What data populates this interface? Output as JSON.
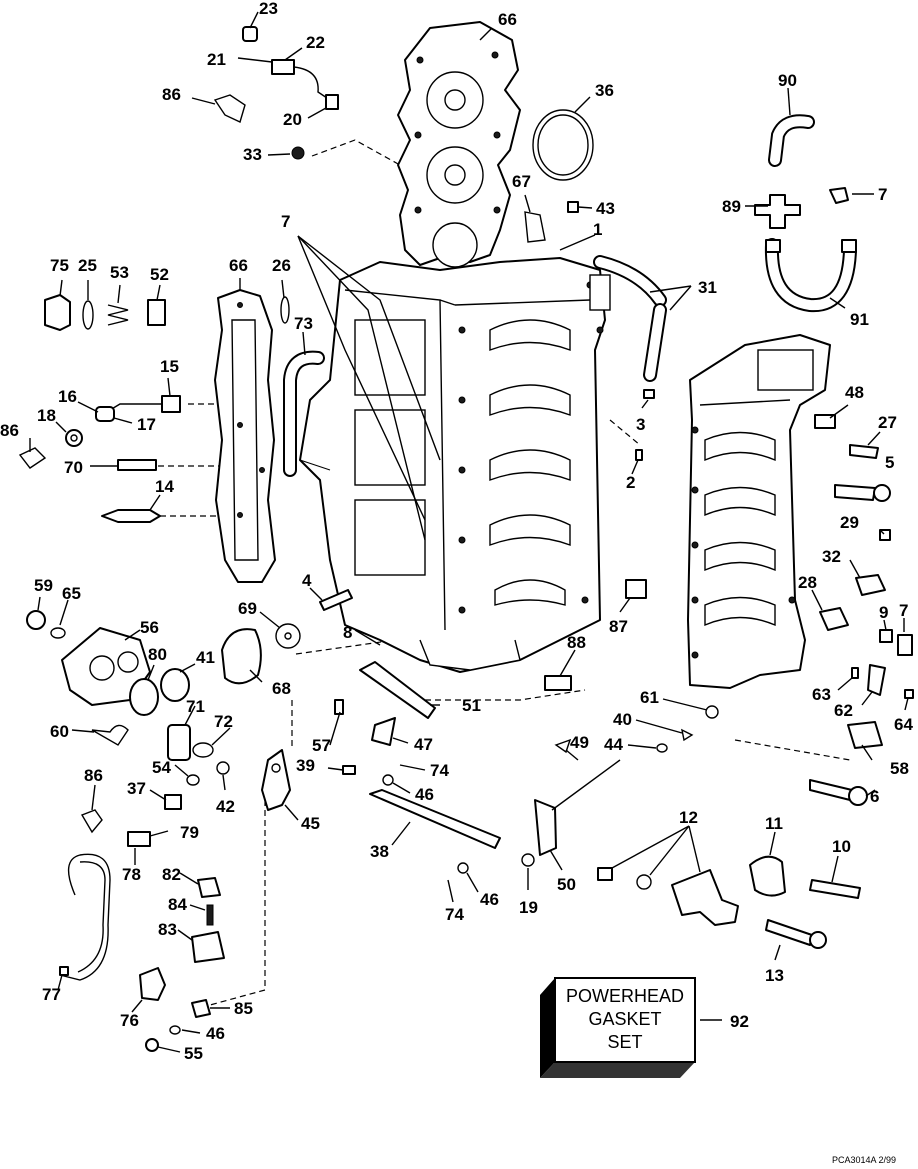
{
  "labels": {
    "n1": "1",
    "n2": "2",
    "n3": "3",
    "n4": "4",
    "n5": "5",
    "n6": "6",
    "n7a": "7",
    "n7b": "7",
    "n7c": "7",
    "n8": "8",
    "n9": "9",
    "n10": "10",
    "n11": "11",
    "n12": "12",
    "n13": "13",
    "n14": "14",
    "n15": "15",
    "n16": "16",
    "n17": "17",
    "n18": "18",
    "n19": "19",
    "n20": "20",
    "n21": "21",
    "n22": "22",
    "n23": "23",
    "n25": "25",
    "n26": "26",
    "n27": "27",
    "n28": "28",
    "n29": "29",
    "n31": "31",
    "n32": "32",
    "n33": "33",
    "n36": "36",
    "n37": "37",
    "n38": "38",
    "n39": "39",
    "n40": "40",
    "n41": "41",
    "n42": "42",
    "n43": "43",
    "n44": "44",
    "n45": "45",
    "n46a": "46",
    "n46b": "46",
    "n46c": "46",
    "n47": "47",
    "n48": "48",
    "n49": "49",
    "n50": "50",
    "n51": "51",
    "n52": "52",
    "n53": "53",
    "n54": "54",
    "n55": "55",
    "n56": "56",
    "n57": "57",
    "n58": "58",
    "n59": "59",
    "n60": "60",
    "n61": "61",
    "n62": "62",
    "n63": "63",
    "n64": "64",
    "n65": "65",
    "n66a": "66",
    "n66b": "66",
    "n67": "67",
    "n68": "68",
    "n69": "69",
    "n70": "70",
    "n71": "71",
    "n72": "72",
    "n73": "73",
    "n74a": "74",
    "n74b": "74",
    "n75": "75",
    "n76": "76",
    "n77": "77",
    "n78": "78",
    "n79": "79",
    "n80": "80",
    "n82": "82",
    "n83": "83",
    "n84": "84",
    "n85": "85",
    "n86a": "86",
    "n86b": "86",
    "n86c": "86",
    "n87": "87",
    "n88": "88",
    "n89": "89",
    "n90": "90",
    "n91": "91",
    "n92": "92"
  },
  "gasket_set": {
    "line1": "POWERHEAD",
    "line2": "GASKET",
    "line3": "SET"
  },
  "reference_code": "PCA3014A   2/99"
}
